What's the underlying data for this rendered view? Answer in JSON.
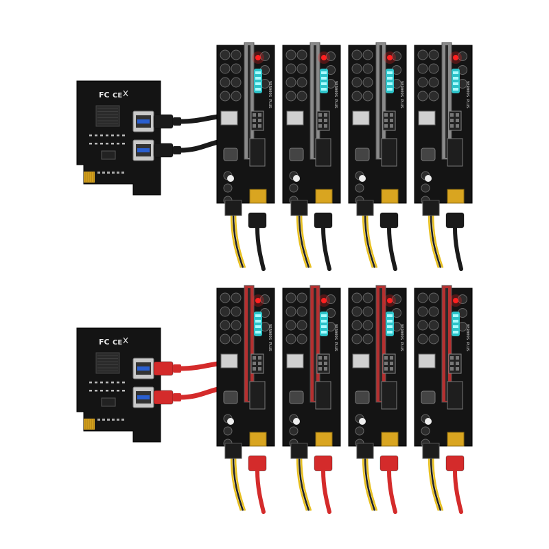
{
  "product_image": {
    "subject": "PCIe 1-to-4 riser expansion kit product photo",
    "groups": [
      {
        "name": "black-cable-set",
        "cable_color": "#1a1a1a",
        "riser_count": 4
      },
      {
        "name": "red-cable-set",
        "cable_color": "#d42b2b",
        "riser_count": 4
      }
    ],
    "adapter_marks": [
      "FC",
      "CE"
    ],
    "riser_label": "VER009S PLUS",
    "colors": {
      "pcb": "#141414",
      "gold_connector": "#d9a520",
      "usb_port": "#c9c9c9",
      "usb_blue_tab": "#2a5fd0",
      "led_red": "#ff2020",
      "led_teal": "#30e0e8",
      "power_wire_yellow": "#e8c020",
      "power_wire_black": "#222222"
    }
  }
}
